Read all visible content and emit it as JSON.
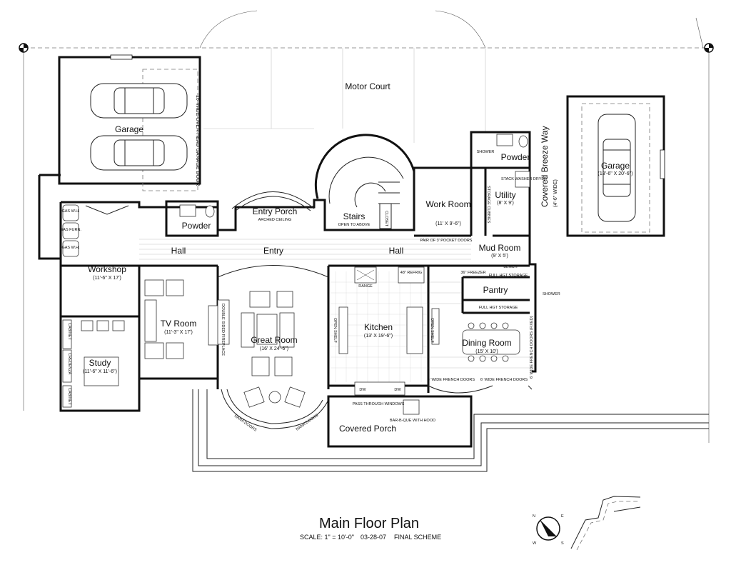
{
  "title": "Main Floor Plan",
  "subtitle": {
    "scale": "SCALE: 1\" = 10'-0\"",
    "date": "03-28-07",
    "scheme": "FINAL SCHEME"
  },
  "rooms": {
    "motor_court": "Motor Court",
    "garage_left": "Garage",
    "garage_right": "Garage",
    "garage_right_dim": "(13'-6\" X 20'-6\")",
    "garage_door_note": "16' WIDE OVER HEAD GARAGE DOOR",
    "entry_porch": "Entry Porch",
    "entry_porch_note": "ARCHED CEILING",
    "stairs": "Stairs",
    "stairs_note": "OPEN TO ABOVE",
    "closet": "CLOSET",
    "powder_left": "Powder",
    "powder_right": "Powder",
    "shower_top": "SHOWER",
    "work_room": "Work Room",
    "work_room_dim": "(11' X 9'-6\")",
    "storage_cubbies": "STORAGE CUBBIES",
    "utility": "Utility",
    "utility_dim": "(8' X 9')",
    "stack_washer": "STACK WASHER DRYER",
    "breezeway": "Covered Breeze Way",
    "breezeway_dim": "(4'-6\" WIDE)",
    "hall_left": "Hall",
    "entry": "Entry",
    "hall_right": "Hall",
    "pocket_doors": "PAIR OF 3' POCKET DOORS",
    "mud_room": "Mud Room",
    "mud_room_dim": "(9' X 5')",
    "bench": "BENCH",
    "freezer": "36\" FREEZER",
    "full_storage_1": "FULL HGT STORAGE",
    "full_storage_2": "FULL HGT STORAGE",
    "pantry": "Pantry",
    "shower_side": "SHOWER",
    "gas_wh_1": "GAS W.H.",
    "gas_furn": "GAS FURN.",
    "gas_wh_2": "GAS W.H.",
    "workshop": "Workshop",
    "workshop_dim": "(11'-6\" X 17')",
    "tv_room": "TV Room",
    "tv_room_dim": "(11'-3\" X 17')",
    "double_fireplace": "DOUBLE SIDED FIREPLACE",
    "great_room": "Great Room",
    "great_room_dim": "(16' X 24'-6\")",
    "range": "RANGE",
    "refrig": "48\" REFRIG",
    "kitchen": "Kitchen",
    "kitchen_dim": "(13' X 19'-6\")",
    "open_shelf_1": "OPEN SHELF",
    "open_shelf_2": "OPEN SHELF",
    "dining_room": "Dining Room",
    "dining_room_dim": "(15' X 10')",
    "french_doors_side": "6' WIDE FRENCH DOORS (FIXED)",
    "french_doors_1": "6' WIDE FRENCH DOORS",
    "french_doors_2": "6' WIDE FRENCH DOORS",
    "study": "Study",
    "study_dim": "(11'-6\" X 11'-6\")",
    "cabinet_1": "CABINET",
    "credenza": "CREDENZA",
    "cabinet_2": "CABINET",
    "dw_1": "DW",
    "dw_2": "DW",
    "pass_through": "PASS THROUGH WINDOWS",
    "bbq": "BAR-B-QUE WITH HOOD",
    "covered_porch": "Covered Porch",
    "nana_doors_1": "NANA DOORS",
    "nana_doors_2": "NANA DOORS"
  },
  "compass": {
    "n": "N",
    "e": "E",
    "s": "S",
    "w": "W"
  }
}
